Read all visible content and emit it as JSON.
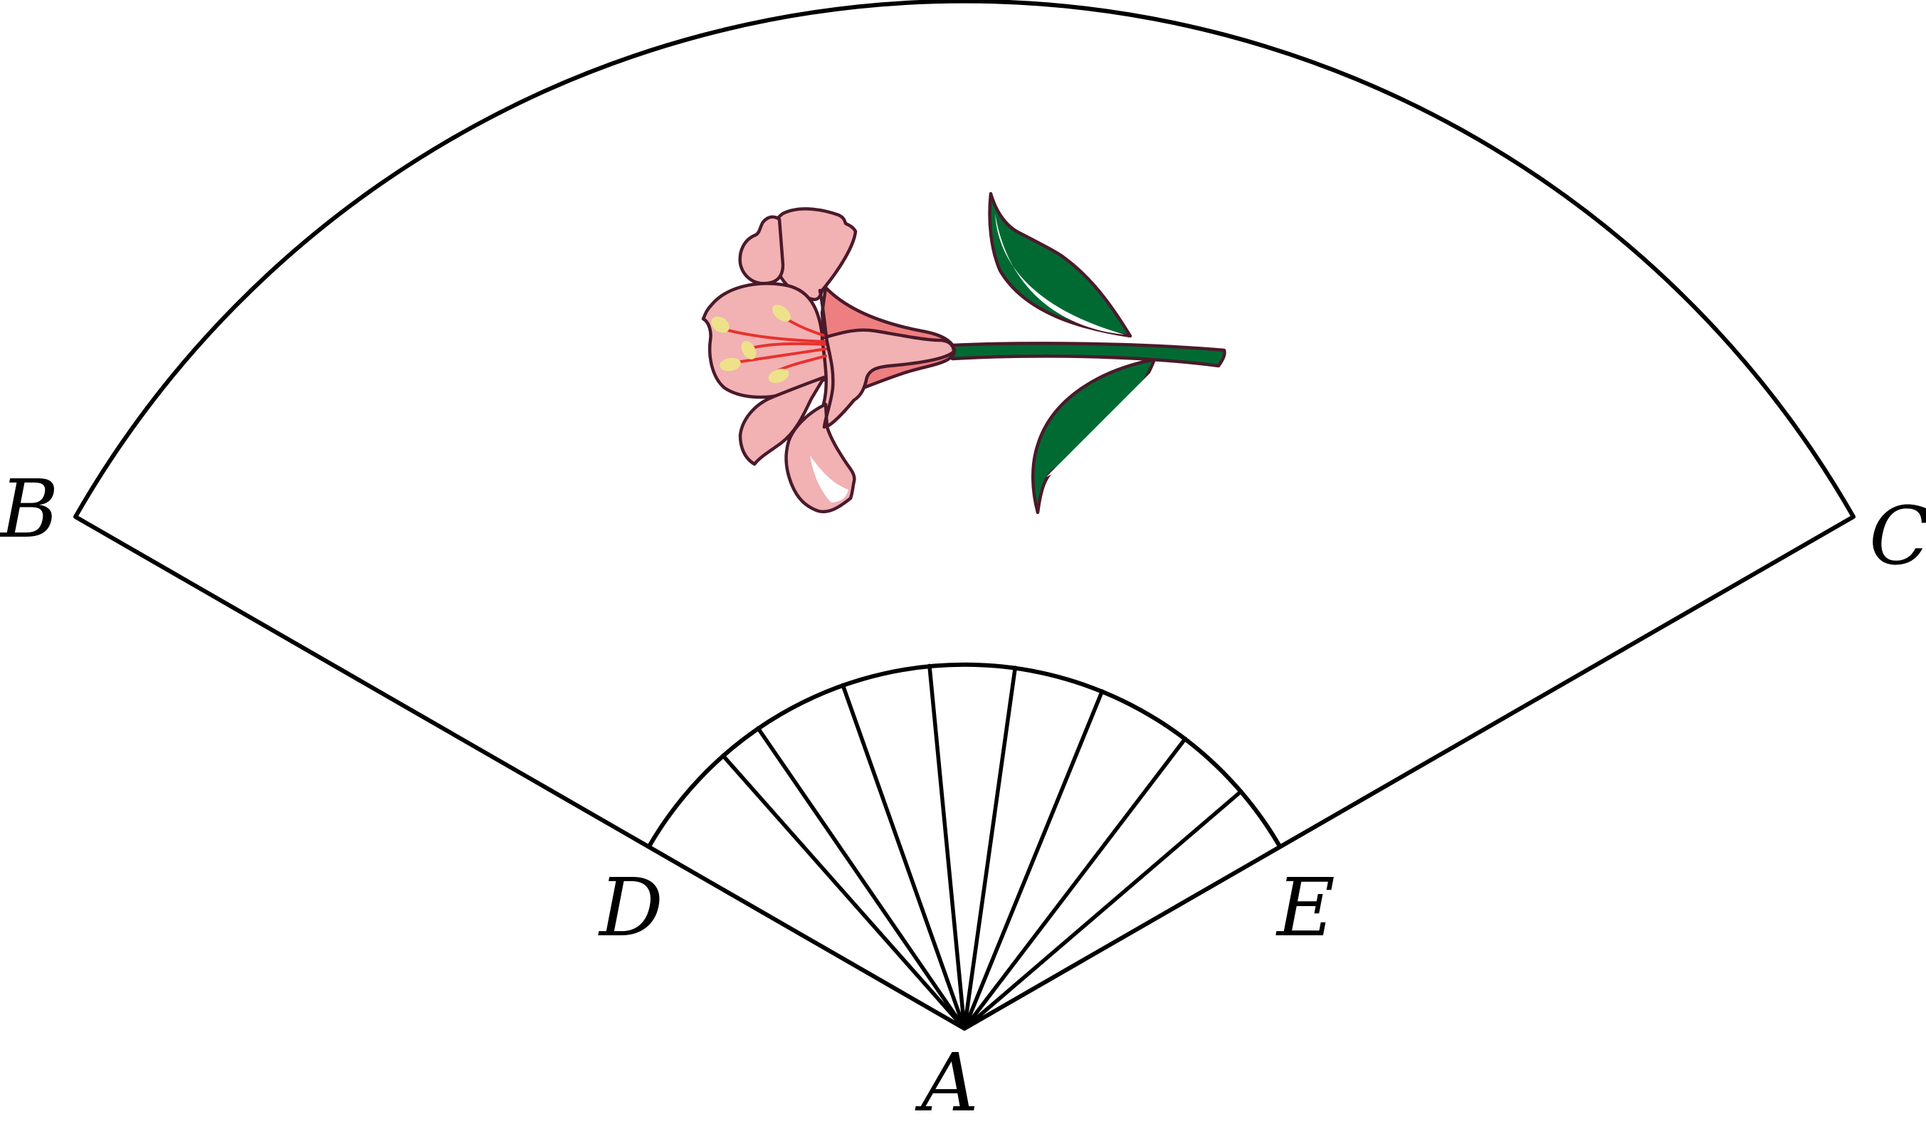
{
  "figure": {
    "labels": {
      "A": "A",
      "B": "B",
      "C": "C",
      "D": "D",
      "E": "E"
    },
    "rib_count": 8,
    "colors": {
      "outline": "#000000",
      "petal_light": "#f2b1b3",
      "petal_dark": "#ee7f80",
      "stamen": "#e8322e",
      "anther": "#ede28a",
      "leaf": "#016a33",
      "ink": "#4a1a2a"
    },
    "decoration": "lily-flower-with-leaves-icon"
  }
}
